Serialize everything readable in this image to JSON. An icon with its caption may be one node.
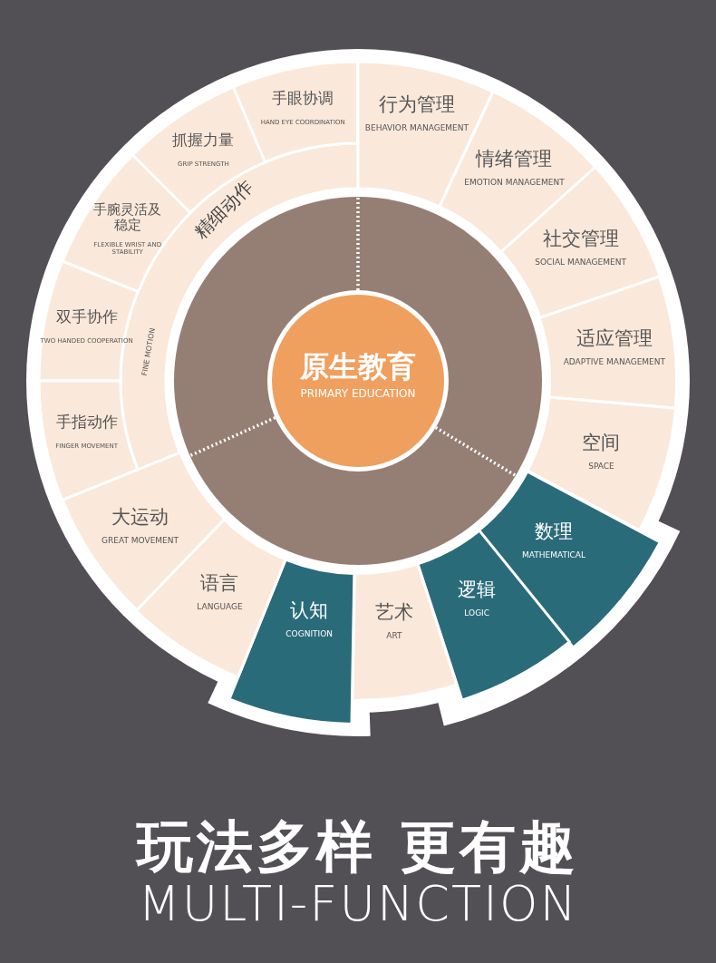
{
  "diagram": {
    "title": "玩法多样 更有趣",
    "caption": "MULTI-FUNCTION",
    "nodes": [
      {
        "text": [
          "原生教育",
          "PRIMARY EDUCATION"
        ]
      },
      {
        "text": [
          "精细动作",
          "FINE MOTION"
        ]
      },
      {
        "text": [
          "手眼协调",
          "HAND EYE COORDINATION"
        ]
      },
      {
        "text": [
          "抓握力量",
          "GRIP STRENGTH"
        ]
      },
      {
        "text": [
          "手腕灵活及稳定",
          "FLEXIBLE WRIST AND STABILITY"
        ]
      },
      {
        "text": [
          "双手协作",
          "TWO HANDED COOPERATION"
        ]
      },
      {
        "text": [
          "手指动作",
          "FINGER MOVEMENT"
        ]
      },
      {
        "text": [
          "行为管理",
          "BEHAVIOR MANAGEMENT"
        ]
      },
      {
        "text": [
          "情绪管理",
          "EMOTION MANAGEMENT"
        ]
      },
      {
        "text": [
          "社交管理",
          "SOCIAL MANAGEMENT"
        ]
      },
      {
        "text": [
          "适应管理",
          "ADAPTIVE MANAGEMENT"
        ]
      },
      {
        "text": [
          "空间",
          "SPACE"
        ]
      },
      {
        "text": [
          "数理",
          "MATHEMATICAL"
        ]
      },
      {
        "text": [
          "逻辑",
          "LOGIC"
        ]
      },
      {
        "text": [
          "艺术",
          "ART"
        ]
      },
      {
        "text": [
          "认知",
          "COGNITION"
        ]
      },
      {
        "text": [
          "语言",
          "LANGUAGE"
        ]
      },
      {
        "text": [
          "大运动",
          "GREAT MOVEMENT"
        ]
      }
    ]
  }
}
